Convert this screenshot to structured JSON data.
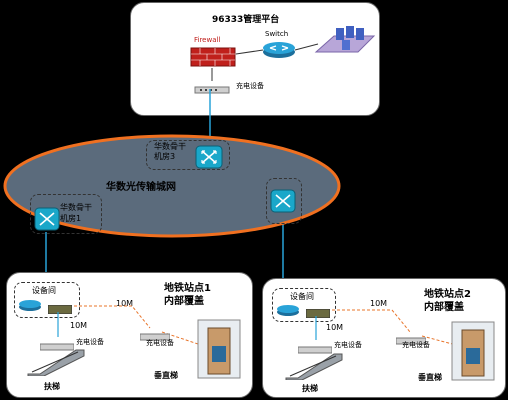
{
  "platform": {
    "title": "96333管理平台",
    "firewall": "Firewall",
    "switch": "Switch",
    "gateway": "充电设备"
  },
  "backbone": {
    "name": "华数光传输城网",
    "room3": "华数骨干\n机房3",
    "room1": "华数骨干\n机房1"
  },
  "sites": [
    {
      "title": "地铁站点1\n内部覆盖",
      "equip_room": "设备间",
      "gateway": "充电设备",
      "gateway2": "充电设备",
      "link_10m_a": "10M",
      "link_10m_b": "10M",
      "escalator": "扶梯",
      "elevator": "垂直梯"
    },
    {
      "title": "地铁站点2\n内部覆盖",
      "equip_room": "设备间",
      "gateway": "充电设备",
      "gateway2": "充电设备",
      "link_10m_a": "10M",
      "link_10m_b": "10M",
      "escalator": "扶梯",
      "elevator": "垂直梯"
    }
  ],
  "colors": {
    "ellipse": "#5b6b7c",
    "ellipse_border": "#f07020",
    "link_blue": "#29a3d8",
    "link_orange": "#e8742a",
    "firewall_red": "#c0201c",
    "router_cyan": "#1aa7c9"
  }
}
